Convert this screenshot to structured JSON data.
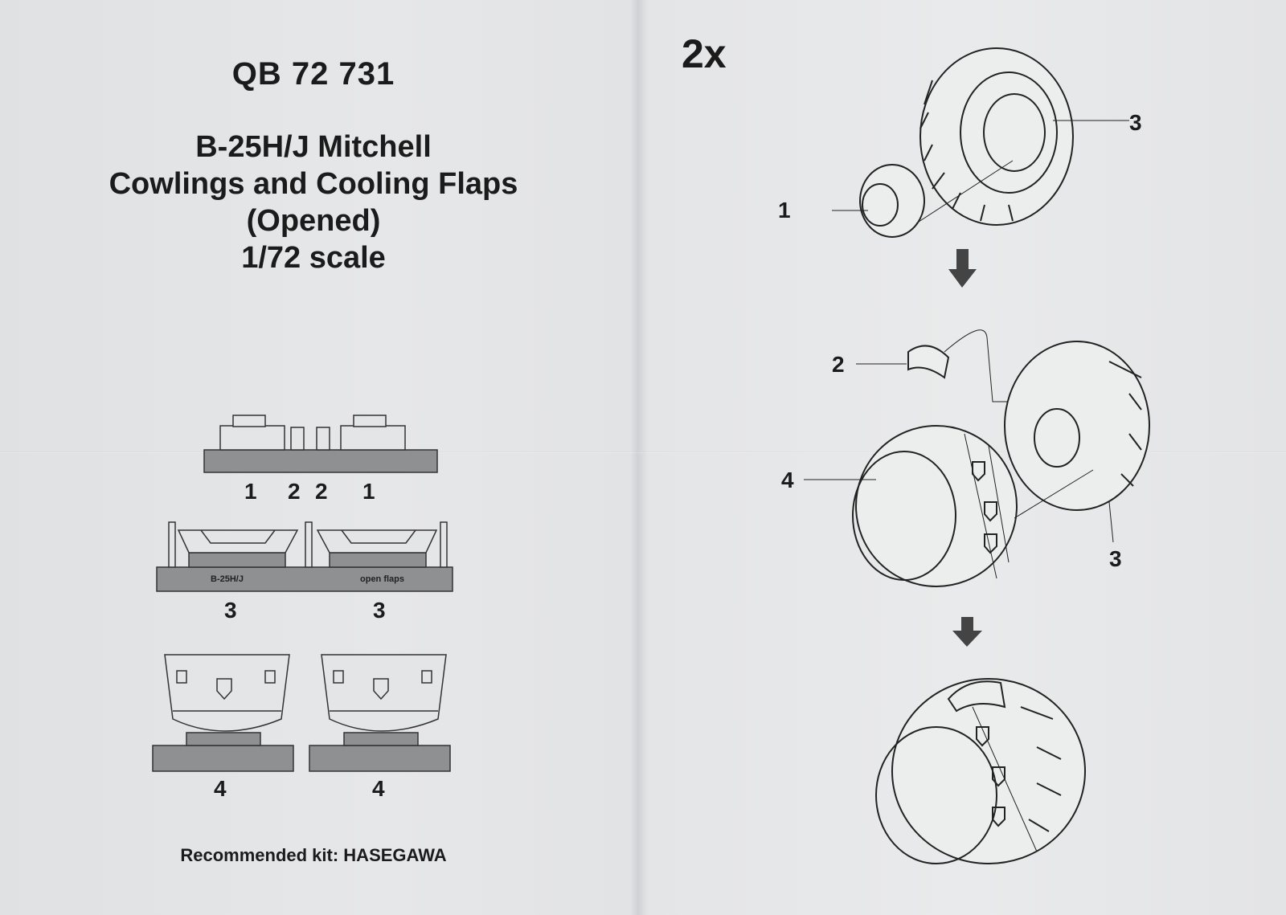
{
  "header": {
    "product_code": "QB 72 731",
    "title_line1": "B-25H/J Mitchell",
    "title_line2": "Cowlings and Cooling Flaps",
    "title_line3": "(Opened)",
    "title_line4": "1/72 scale"
  },
  "parts_layout": {
    "sprue1_labels": [
      "1",
      "2",
      "2",
      "1"
    ],
    "sprue2_labels": [
      "3",
      "3"
    ],
    "sprue2_texts": [
      "B-25H/J",
      "open flaps"
    ],
    "sprue3_labels": [
      "4",
      "4"
    ]
  },
  "footer": {
    "recommended_kit": "Recommended kit: HASEGAWA"
  },
  "assembly": {
    "multiplier": "2x",
    "callouts": [
      "3",
      "1",
      "2",
      "4",
      "3"
    ]
  }
}
